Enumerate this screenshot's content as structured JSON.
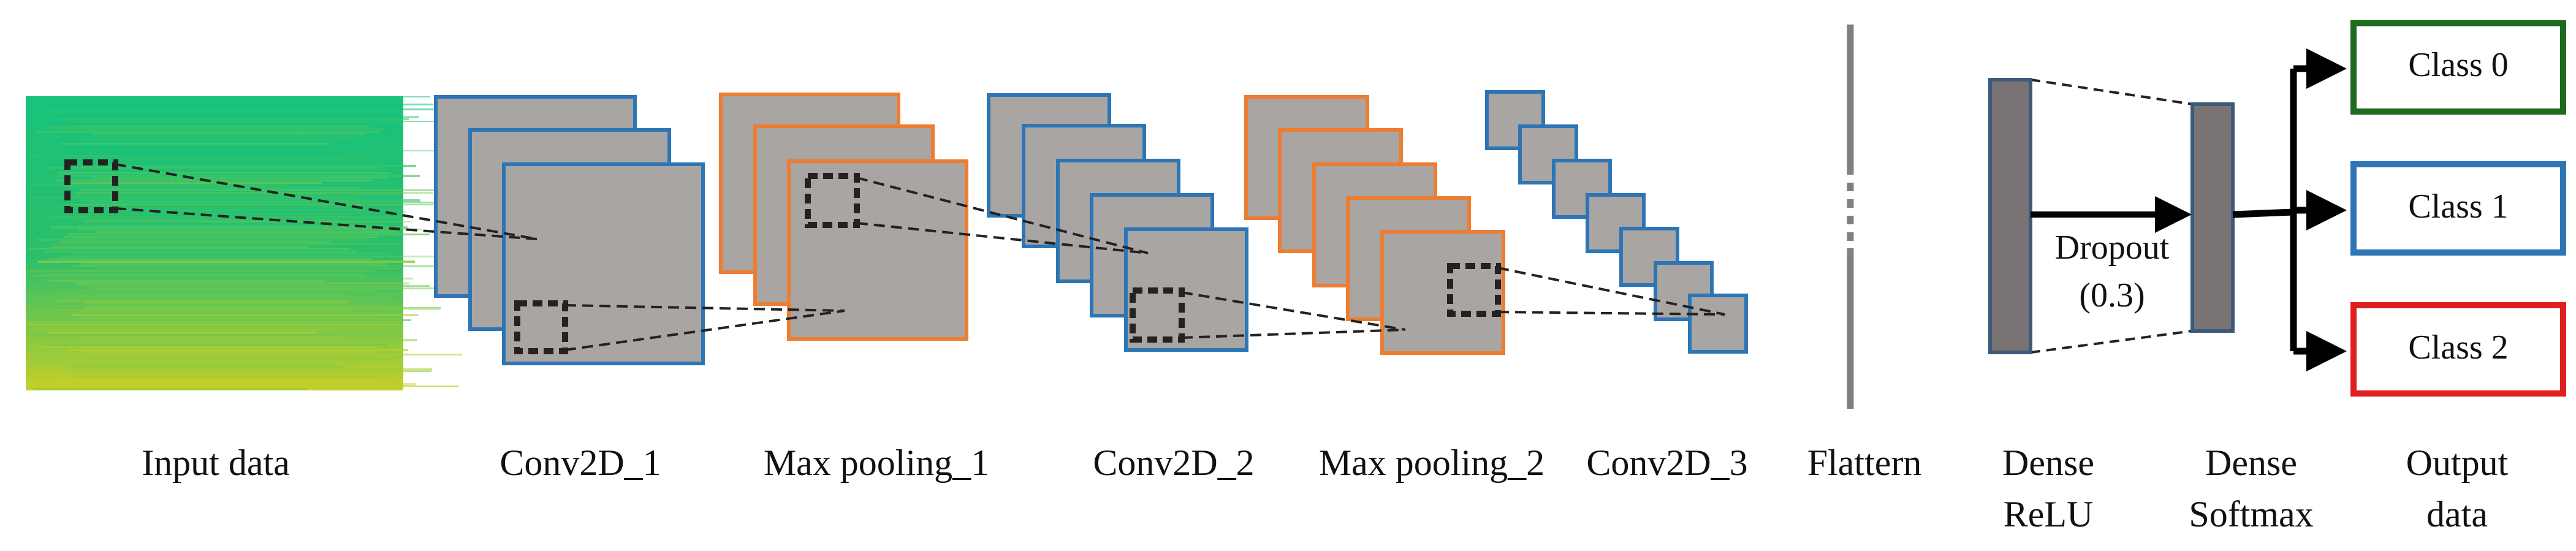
{
  "colors": {
    "background": "#ffffff",
    "map_fill": "#a8a5a3",
    "conv_border": "#2e75b6",
    "pool_border": "#ed7d31",
    "dense_fill": "#7a7374",
    "dense_border": "#3d5a7a",
    "flatten_line": "#808080",
    "class0_border": "#1e6b1e",
    "class1_border": "#2e75b6",
    "class2_border": "#e02020",
    "input_green": "#15c37a",
    "input_yellow": "#c4cf28"
  },
  "stages": [
    {
      "id": "input",
      "label": "Input data"
    },
    {
      "id": "conv1",
      "label": "Conv2D_1"
    },
    {
      "id": "pool1",
      "label": "Max pooling_1"
    },
    {
      "id": "conv2",
      "label": "Conv2D_2"
    },
    {
      "id": "pool2",
      "label": "Max pooling_2"
    },
    {
      "id": "conv3",
      "label": "Conv2D_3"
    },
    {
      "id": "flatten",
      "label": "Flattern"
    },
    {
      "id": "dense1",
      "label_line1": "Dense",
      "label_line2": "ReLU"
    },
    {
      "id": "dense2",
      "label_line1": "Dense",
      "label_line2": "Softmax"
    },
    {
      "id": "output",
      "label_line1": "Output",
      "label_line2": "data"
    }
  ],
  "dropout": {
    "label": "Dropout",
    "value": "(0.3)"
  },
  "classes": [
    {
      "label": "Class 0"
    },
    {
      "label": "Class 1"
    },
    {
      "label": "Class 2"
    }
  ]
}
